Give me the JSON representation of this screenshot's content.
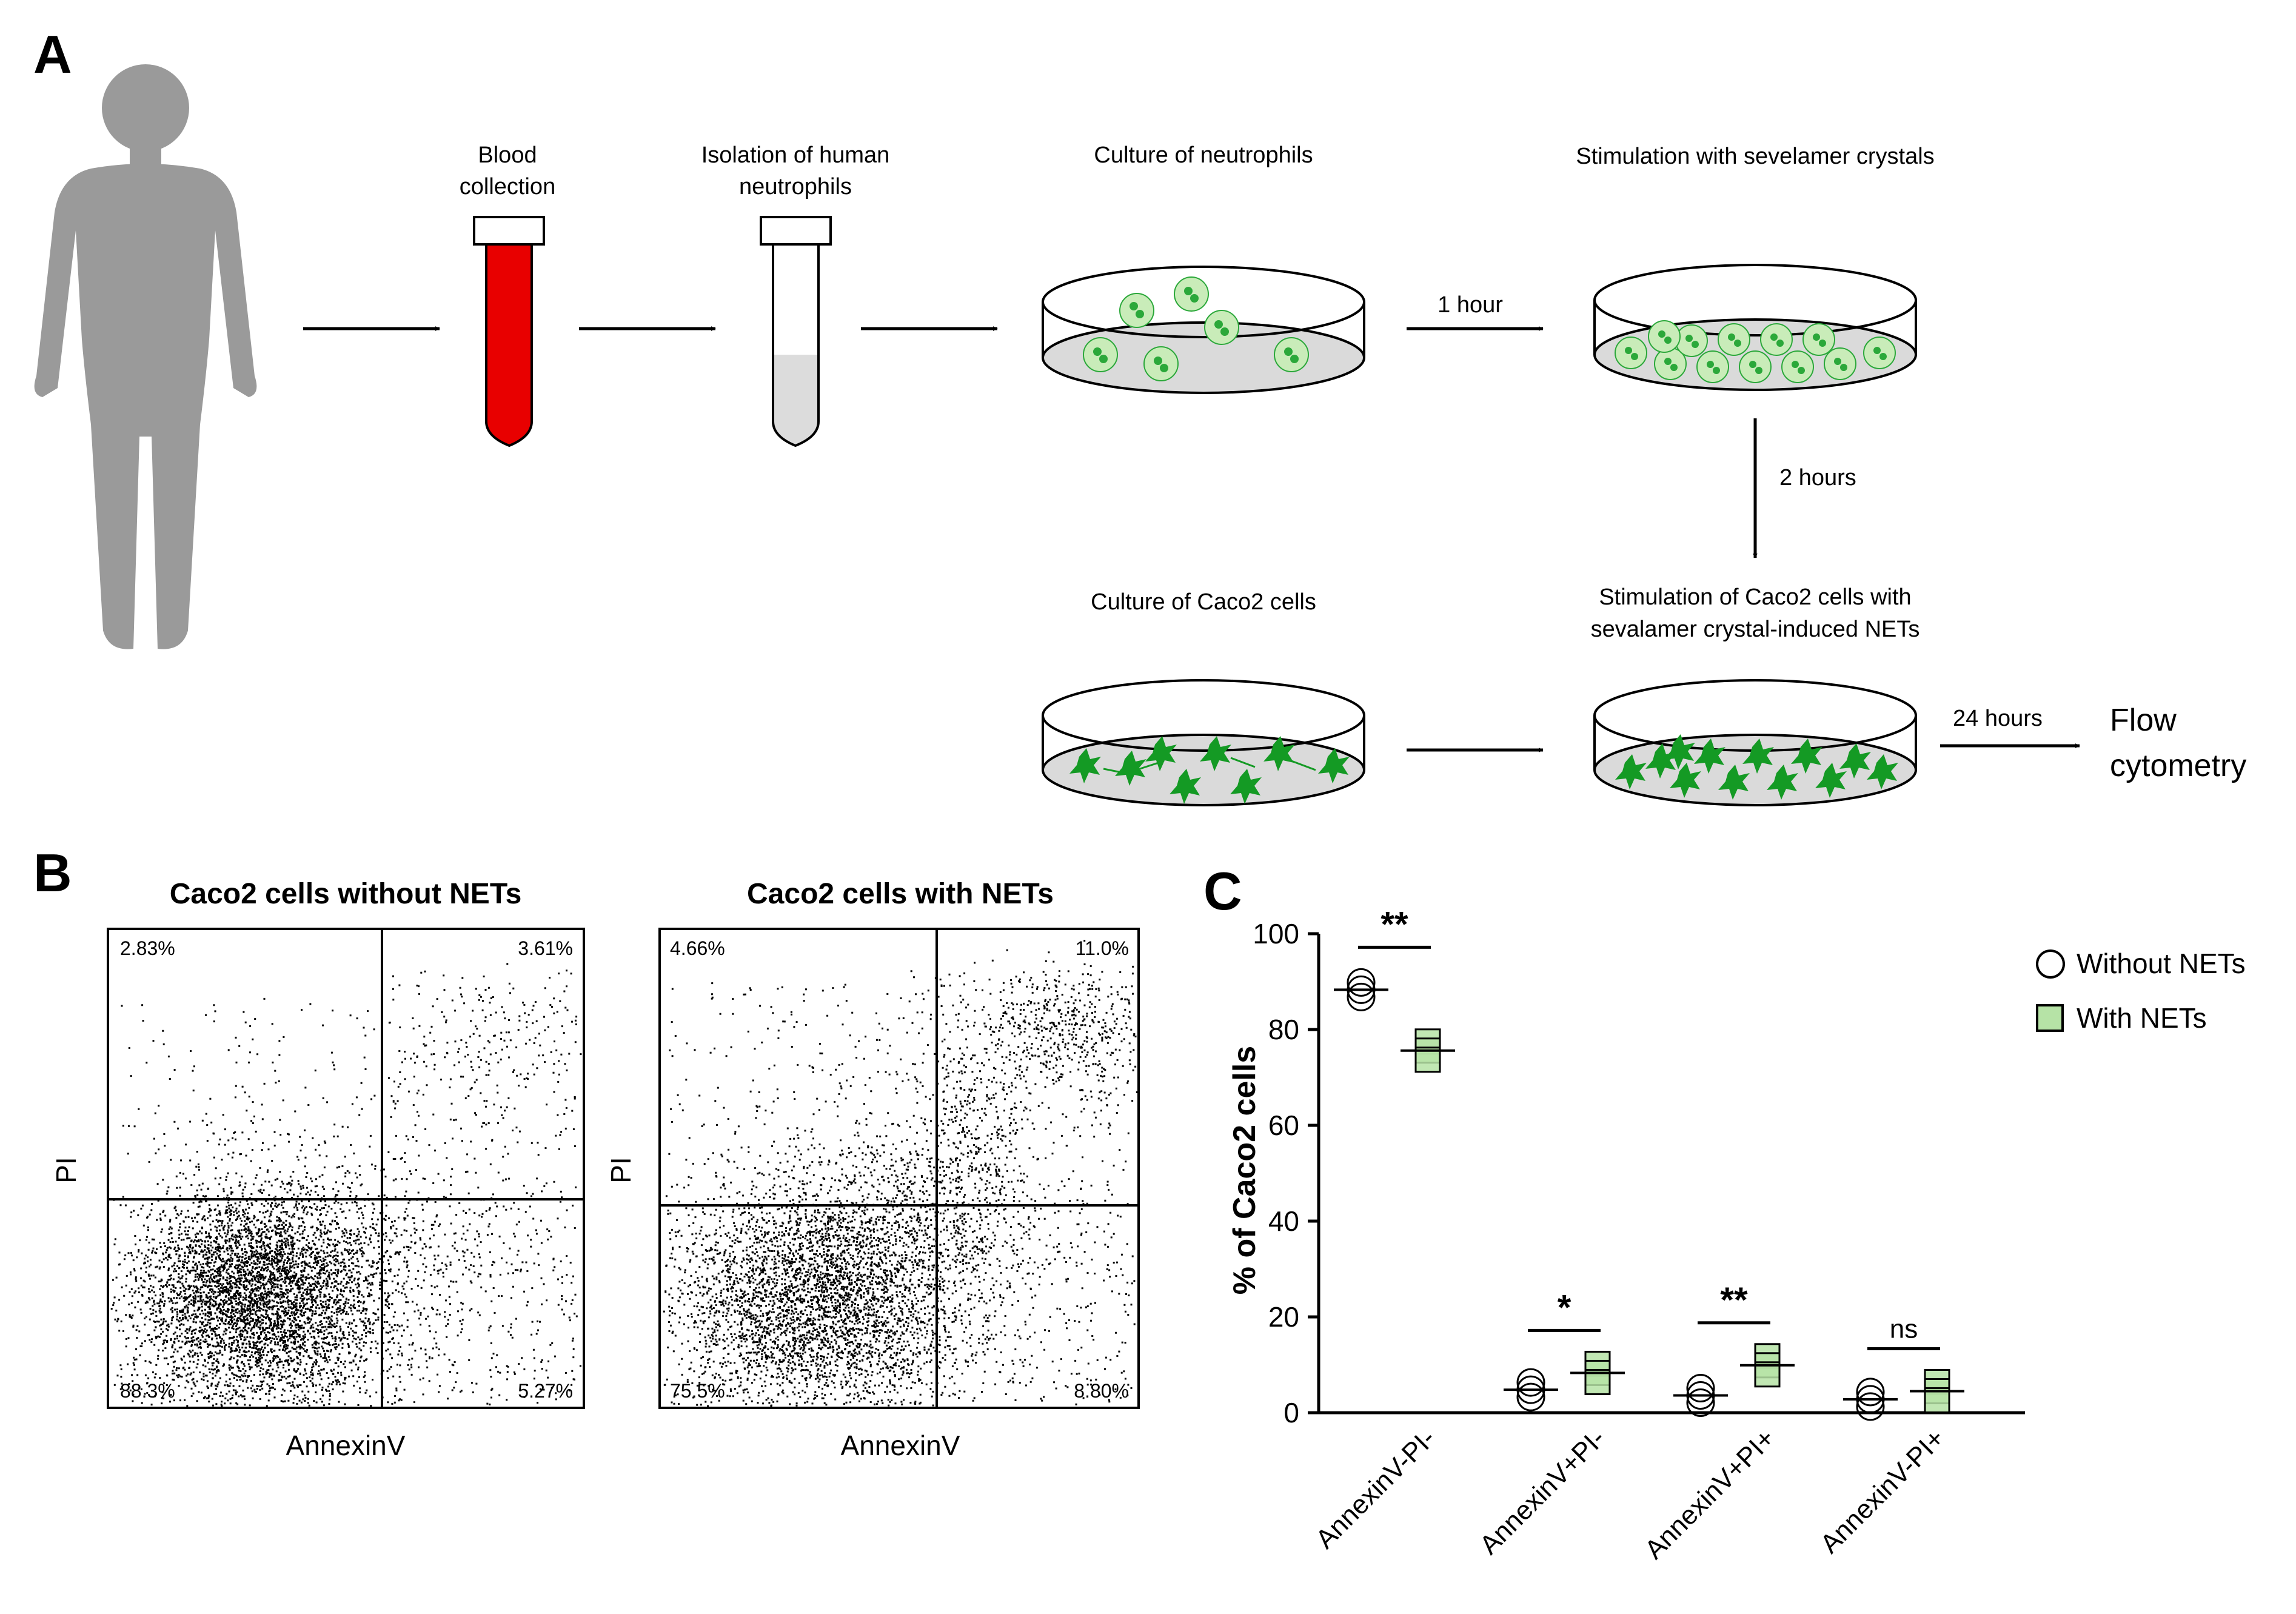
{
  "panel_letters": {
    "a": "A",
    "b": "B",
    "c": "C"
  },
  "workflow": {
    "steps": {
      "blood": [
        "Blood",
        "collection"
      ],
      "isolation": [
        "Isolation of human",
        "neutrophils"
      ],
      "culture_neutrophils": "Culture of neutrophils",
      "stimulation_crystals": "Stimulation with sevelamer crystals",
      "culture_caco2": "Culture of Caco2 cells",
      "stimulation_caco2": [
        "Stimulation of Caco2 cells with",
        "sevalamer crystal-induced NETs"
      ],
      "flow": [
        "Flow",
        "cytometry"
      ]
    },
    "durations": {
      "one_hour": "1 hour",
      "two_hours": "2 hours",
      "day": "24 hours"
    },
    "colors": {
      "blood": "#e80000",
      "cell_fill": "#c9ecb9",
      "cell_dot": "#2ba83a",
      "caco2": "#149a24",
      "dish_fill": "#dadada",
      "figure": "#9a9a9a"
    }
  },
  "flow_plots": [
    {
      "title": "Caco2 cells without NETs",
      "xlabel": "AnnexinV",
      "ylabel": "PI",
      "quadrants": {
        "upper_left": "2.83%",
        "upper_right": "3.61%",
        "lower_left": "88.3%",
        "lower_right": "5.27%"
      }
    },
    {
      "title": "Caco2 cells with NETs",
      "xlabel": "AnnexinV",
      "ylabel": "PI",
      "quadrants": {
        "upper_left": "4.66%",
        "upper_right": "11.0%",
        "lower_left": "75.5%",
        "lower_right": "8.80%"
      }
    }
  ],
  "chart_data": {
    "type": "scatter",
    "title": "",
    "ylabel": "% of Caco2 cells",
    "xlabel": "",
    "ylim": [
      0,
      100
    ],
    "yticks": [
      0,
      20,
      40,
      60,
      80,
      100
    ],
    "categories": [
      "AnnexinV-PI-",
      "AnnexinV+PI-",
      "AnnexinV+PI+",
      "AnnexinV-PI+"
    ],
    "series": [
      {
        "name": "Without NETs",
        "marker": "open-circle",
        "color": "#000000",
        "means": [
          88.3,
          4.8,
          3.6,
          2.8
        ]
      },
      {
        "name": "With NETs",
        "marker": "green-square",
        "color": "#b6e3a6",
        "means": [
          75.6,
          8.3,
          9.9,
          4.5
        ]
      }
    ],
    "significance": [
      "**",
      "*",
      "**",
      "ns"
    ],
    "legend_position": "top-right"
  }
}
